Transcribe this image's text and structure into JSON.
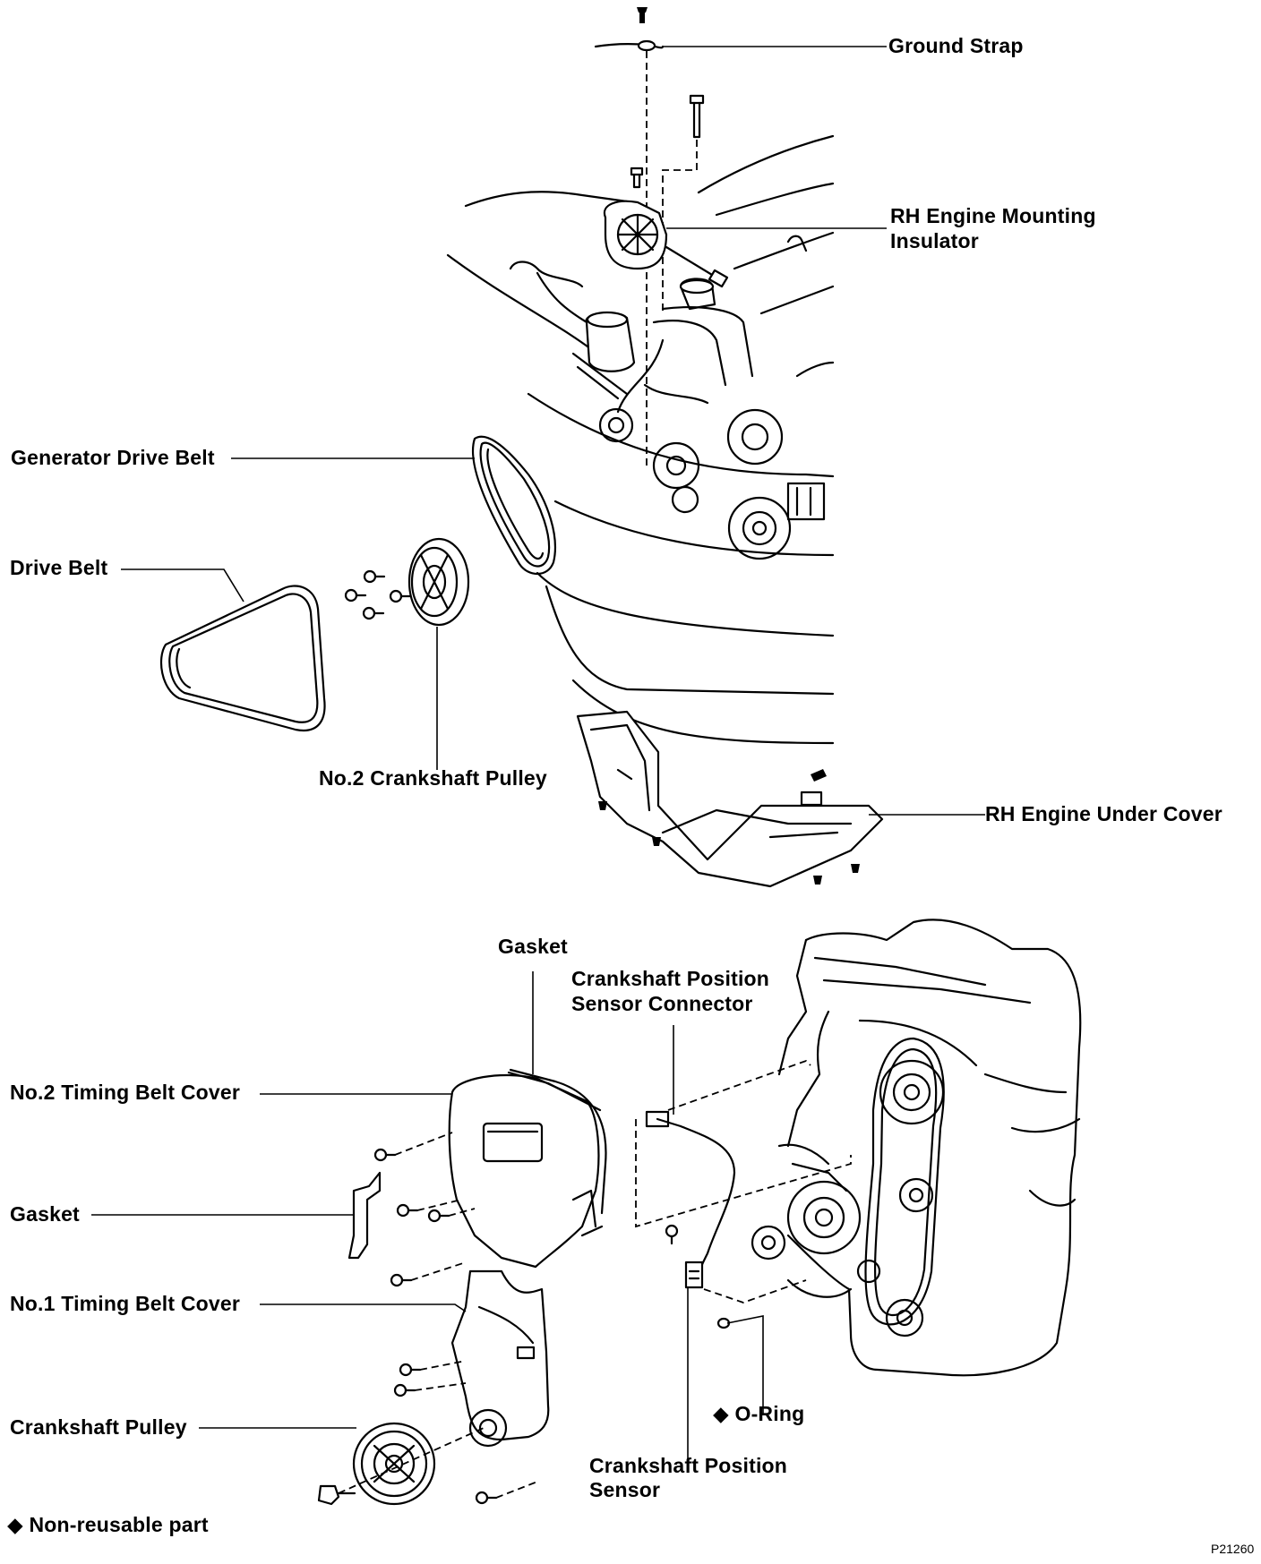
{
  "labels": {
    "ground_strap": "Ground Strap",
    "rh_mount_line1": "RH Engine Mounting",
    "rh_mount_line2": "Insulator",
    "generator_drive_belt": "Generator Drive Belt",
    "drive_belt": "Drive Belt",
    "no2_crankshaft_pulley": "No.2 Crankshaft Pulley",
    "rh_engine_under_cover": "RH Engine Under Cover",
    "gasket_top": "Gasket",
    "ckp_connector_line1": "Crankshaft Position",
    "ckp_connector_line2": "Sensor Connector",
    "no2_timing_belt_cover": "No.2 Timing Belt Cover",
    "gasket_left": "Gasket",
    "no1_timing_belt_cover": "No.1 Timing Belt Cover",
    "o_ring": "O-Ring",
    "crankshaft_pulley": "Crankshaft Pulley",
    "ckp_sensor_line1": "Crankshaft Position",
    "ckp_sensor_line2": "Sensor"
  },
  "legend": {
    "non_reusable_symbol": "◆",
    "non_reusable_text": "Non-reusable part"
  },
  "figure_code": "P21260",
  "colors": {
    "ink": "#000000",
    "paper": "#ffffff"
  }
}
